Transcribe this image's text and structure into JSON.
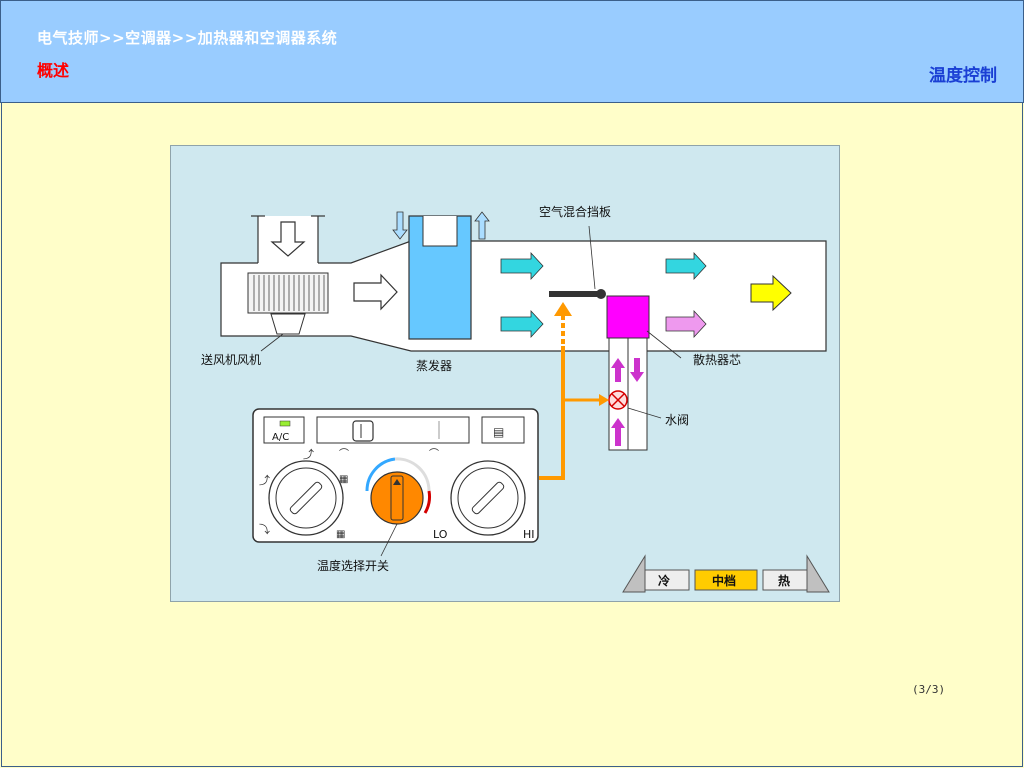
{
  "header": {
    "breadcrumb": "电气技师>>空调器>>加热器和空调器系统",
    "section": "概述",
    "topic": "温度控制"
  },
  "diagram": {
    "labels": {
      "blower": "送风机风机",
      "evaporator": "蒸发器",
      "air_mix_damper": "空气混合挡板",
      "heater_core": "散热器芯",
      "water_valve": "水阀",
      "temp_switch": "温度选择开关",
      "ac": "A/C",
      "lo": "LO",
      "hi": "HI"
    },
    "buttons": {
      "cold": "冷",
      "mid": "中档",
      "hot": "热"
    },
    "colors": {
      "cyan_arrow": "#33d6e0",
      "pink_arrow": "#ee99ee",
      "yellow_arrow": "#ffff00",
      "heater_core": "#ff00ff",
      "evaporator": "#66c8ff",
      "control_line": "#ff9900",
      "knob_orange": "#ff8800",
      "mid_button": "#ffcc00"
    }
  },
  "footer": {
    "page": "(3/3)"
  }
}
